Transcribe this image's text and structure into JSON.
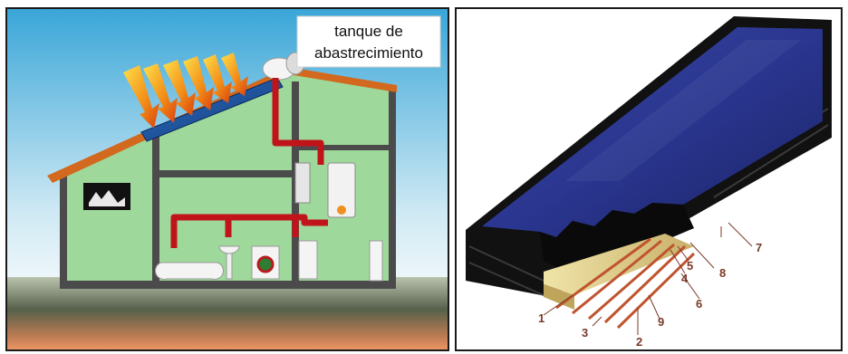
{
  "left_panel": {
    "tank_label_line1": "tanque de",
    "tank_label_line2": "abastrecimiento",
    "colors": {
      "sky_top": "#3aa6d8",
      "sky_bottom": "#e6f3f8",
      "house_fill": "#9ed89a",
      "wall": "#4b4b4b",
      "roof": "#d2691e",
      "pipe": "#c0141a",
      "ground_top": "#8d9b7a",
      "ground_bottom": "#e8956a",
      "panel": "#1e4f9c"
    }
  },
  "right_panel": {
    "labels": [
      "1",
      "2",
      "3",
      "4",
      "5",
      "6",
      "7",
      "8",
      "9"
    ],
    "colors": {
      "glass": "#2b3a8c",
      "frame": "#111111",
      "copper_tube": "#c0542f",
      "insulation": "#e0d090",
      "leader": "#7a3a2a"
    }
  }
}
